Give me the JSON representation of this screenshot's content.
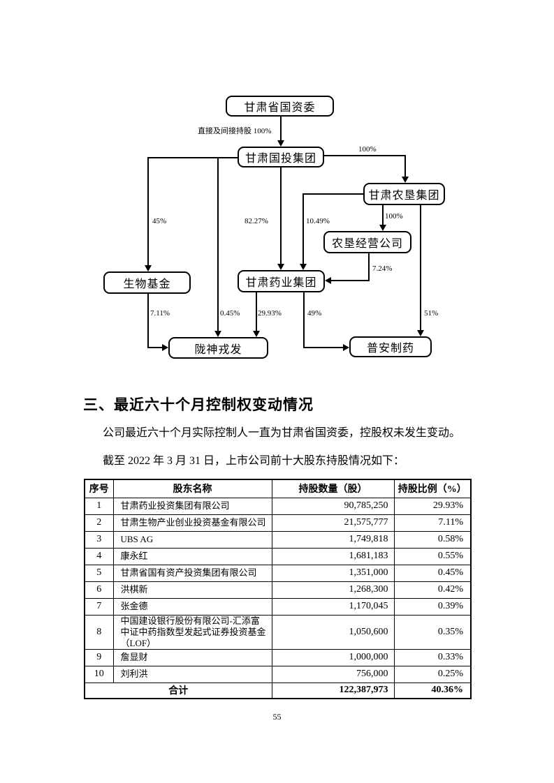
{
  "diagram": {
    "nodes": [
      {
        "id": "guoziwei",
        "label": "甘肃省国资委"
      },
      {
        "id": "guotou",
        "label": "甘肃国投集团"
      },
      {
        "id": "nongken",
        "label": "甘肃农垦集团"
      },
      {
        "id": "njy",
        "label": "农垦经营公司"
      },
      {
        "id": "shengwu",
        "label": "生物基金"
      },
      {
        "id": "yaoye",
        "label": "甘肃药业集团"
      },
      {
        "id": "longshen",
        "label": "陇神戎发"
      },
      {
        "id": "puan",
        "label": "普安制药"
      }
    ],
    "edges": [
      {
        "from": "甘肃省国资委",
        "to": "甘肃国投集团",
        "label": "直接及间接持股 100%"
      },
      {
        "from": "甘肃国投集团",
        "to": "甘肃农垦集团",
        "label": "100%"
      },
      {
        "from": "甘肃国投集团",
        "to": "生物基金",
        "label": "45%"
      },
      {
        "from": "甘肃国投集团",
        "to": "陇神戎发",
        "label": "0.45%"
      },
      {
        "from": "甘肃国投集团",
        "to": "甘肃药业集团",
        "label": "82.27%"
      },
      {
        "from": "甘肃农垦集团",
        "to": "甘肃药业集团",
        "label": "10.49%"
      },
      {
        "from": "甘肃农垦集团",
        "to": "农垦经营公司",
        "label": "100%"
      },
      {
        "from": "农垦经营公司",
        "to": "甘肃药业集团",
        "label": "7.24%"
      },
      {
        "from": "甘肃农垦集团",
        "to": "普安制药",
        "label": "51%"
      },
      {
        "from": "生物基金",
        "to": "陇神戎发",
        "label": "7.11%"
      },
      {
        "from": "甘肃药业集团",
        "to": "陇神戎发",
        "label": "29.93%"
      },
      {
        "from": "甘肃药业集团",
        "to": "普安制药",
        "label": "49%"
      }
    ]
  },
  "section": {
    "heading": "三、最近六十个月控制权变动情况",
    "para1": "公司最近六十个月实际控制人一直为甘肃省国资委，控股权未发生变动。",
    "para2": "截至 2022 年 3 月 31 日，上市公司前十大股东持股情况如下："
  },
  "table": {
    "headers": [
      "序号",
      "股东名称",
      "持股数量（股）",
      "持股比例（%）"
    ],
    "rows": [
      [
        "1",
        "甘肃药业投资集团有限公司",
        "90,785,250",
        "29.93%"
      ],
      [
        "2",
        "甘肃生物产业创业投资基金有限公司",
        "21,575,777",
        "7.11%"
      ],
      [
        "3",
        "UBS AG",
        "1,749,818",
        "0.58%"
      ],
      [
        "4",
        "康永红",
        "1,681,183",
        "0.55%"
      ],
      [
        "5",
        "甘肃省国有资产投资集团有限公司",
        "1,351,000",
        "0.45%"
      ],
      [
        "6",
        "洪棋新",
        "1,268,300",
        "0.42%"
      ],
      [
        "7",
        "张金德",
        "1,170,045",
        "0.39%"
      ],
      [
        "8",
        "中国建设银行股份有限公司-汇添富中证中药指数型发起式证券投资基金（LOF）",
        "1,050,600",
        "0.35%"
      ],
      [
        "9",
        "詹显财",
        "1,000,000",
        "0.33%"
      ],
      [
        "10",
        "刘利洪",
        "756,000",
        "0.25%"
      ]
    ],
    "total": {
      "label": "合计",
      "shares": "122,387,973",
      "ratio": "40.36%"
    }
  },
  "footer": {
    "page_number": "55"
  }
}
